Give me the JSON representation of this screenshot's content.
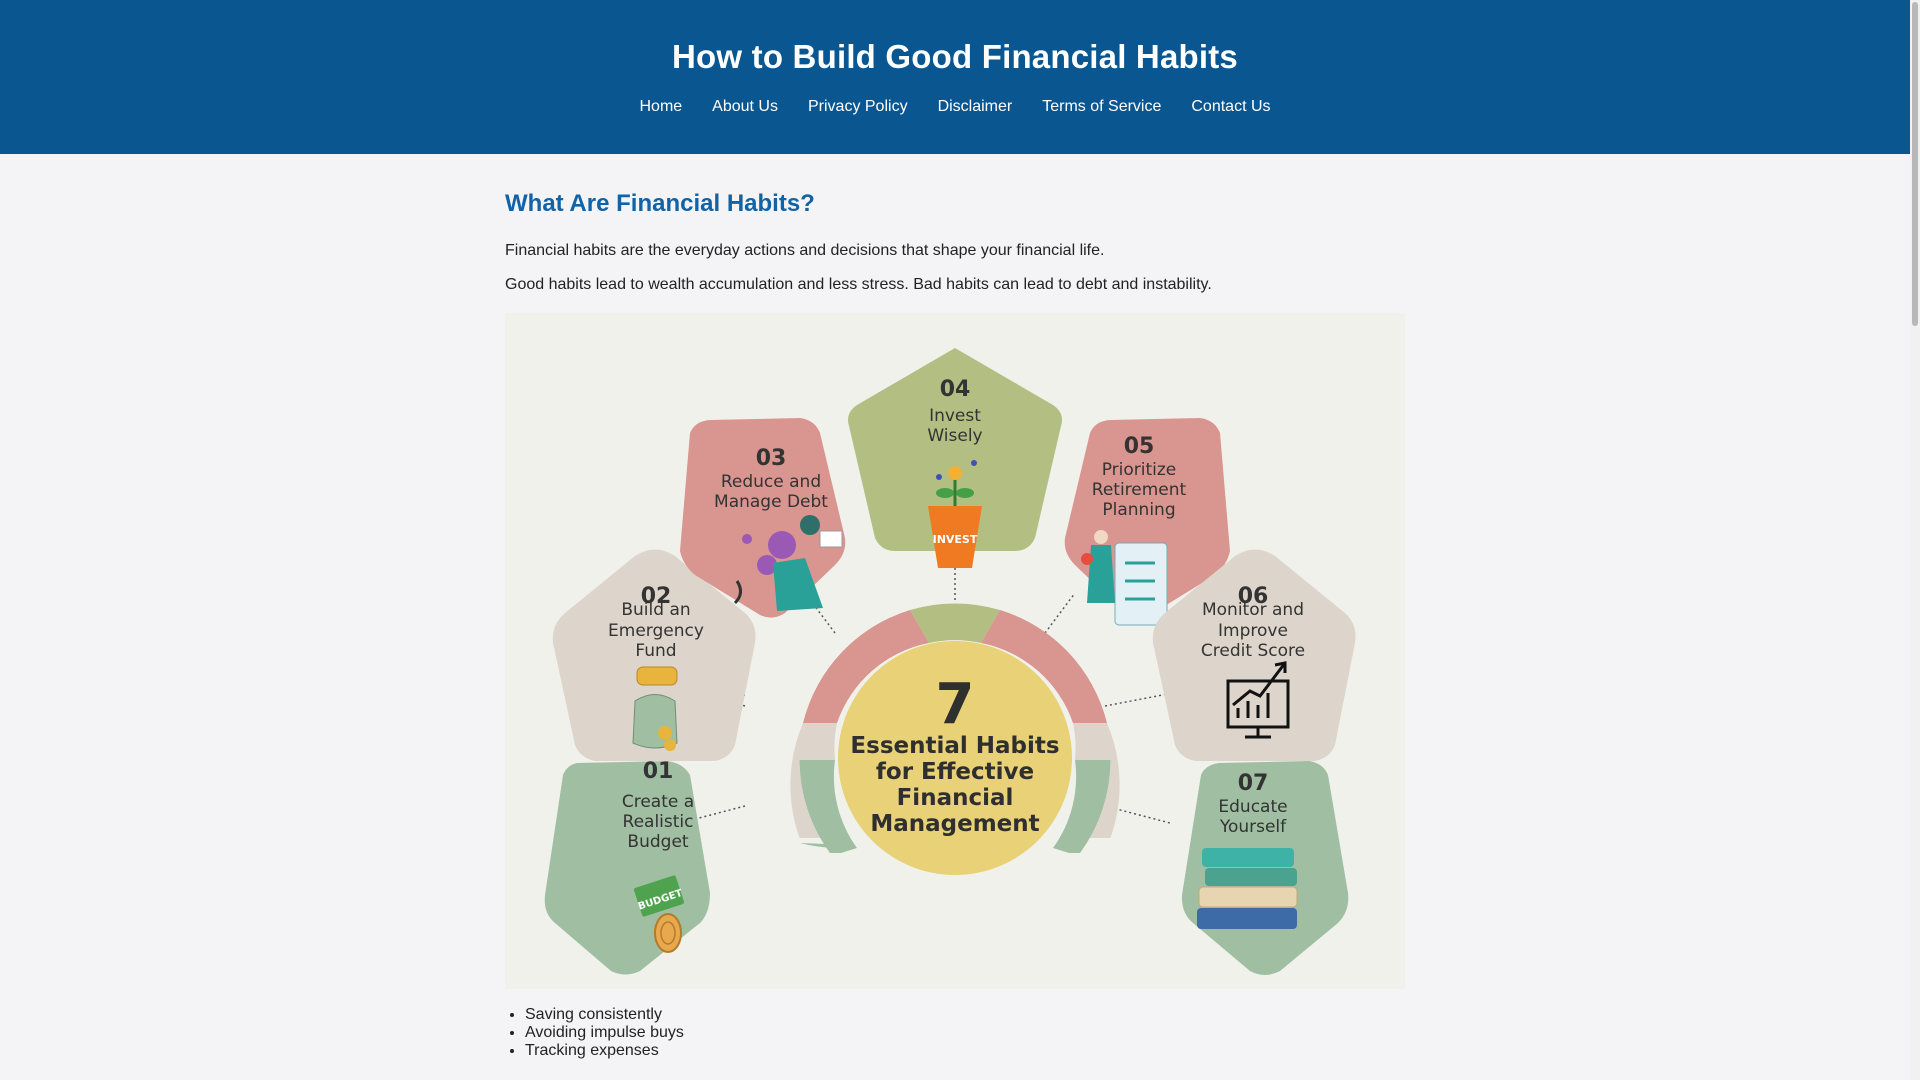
{
  "site": {
    "title": "How to Build Good Financial Habits",
    "nav": [
      "Home",
      "About Us",
      "Privacy Policy",
      "Disclaimer",
      "Terms of Service",
      "Contact Us"
    ]
  },
  "article": {
    "heading": "What Are Financial Habits?",
    "paragraphs": [
      "Financial habits are the everyday actions and decisions that shape your financial life.",
      "Good habits lead to wealth accumulation and less stress. Bad habits can lead to debt and instability."
    ],
    "bullets": [
      "Saving consistently",
      "Avoiding impulse buys",
      "Tracking expenses"
    ]
  },
  "infographic": {
    "center": {
      "number": "7",
      "lines": [
        "Essential Habits",
        "for Effective",
        "Financial",
        "Management"
      ]
    },
    "habits": [
      {
        "num": "01",
        "lines": [
          "Create a",
          "Realistic",
          "Budget"
        ],
        "icon": "budget-money-icon",
        "color": "#9fbea2"
      },
      {
        "num": "02",
        "lines": [
          "Build an",
          "Emergency",
          "Fund"
        ],
        "icon": "coin-jar-icon",
        "color": "#ddd5cc"
      },
      {
        "num": "03",
        "lines": [
          "Reduce and",
          "Manage Debt"
        ],
        "icon": "stressed-person-icon",
        "color": "#d9958f"
      },
      {
        "num": "04",
        "lines": [
          "Invest",
          "Wisely"
        ],
        "icon": "invest-plant-pot-icon",
        "color": "#b3be82"
      },
      {
        "num": "05",
        "lines": [
          "Prioritize",
          "Retirement",
          "Planning"
        ],
        "icon": "retirement-checklist-icon",
        "color": "#d9958f"
      },
      {
        "num": "06",
        "lines": [
          "Monitor and",
          "Improve",
          "Credit Score"
        ],
        "icon": "growth-chart-monitor-icon",
        "color": "#ddd5cc"
      },
      {
        "num": "07",
        "lines": [
          "Educate",
          "Yourself"
        ],
        "icon": "book-stack-icon",
        "color": "#9fbea2"
      }
    ],
    "invest_label": "INVEST",
    "budget_label": "BUDGET",
    "colors": {
      "green": "#9fbea2",
      "beige": "#ddd5cc",
      "rose": "#d9958f",
      "olive": "#b3be82",
      "center": "#e8d176",
      "background": "#f1f1ec"
    }
  },
  "colors": {
    "header": "#0a5690",
    "heading": "#1063a6",
    "page_bg": "#f4f4f7"
  }
}
